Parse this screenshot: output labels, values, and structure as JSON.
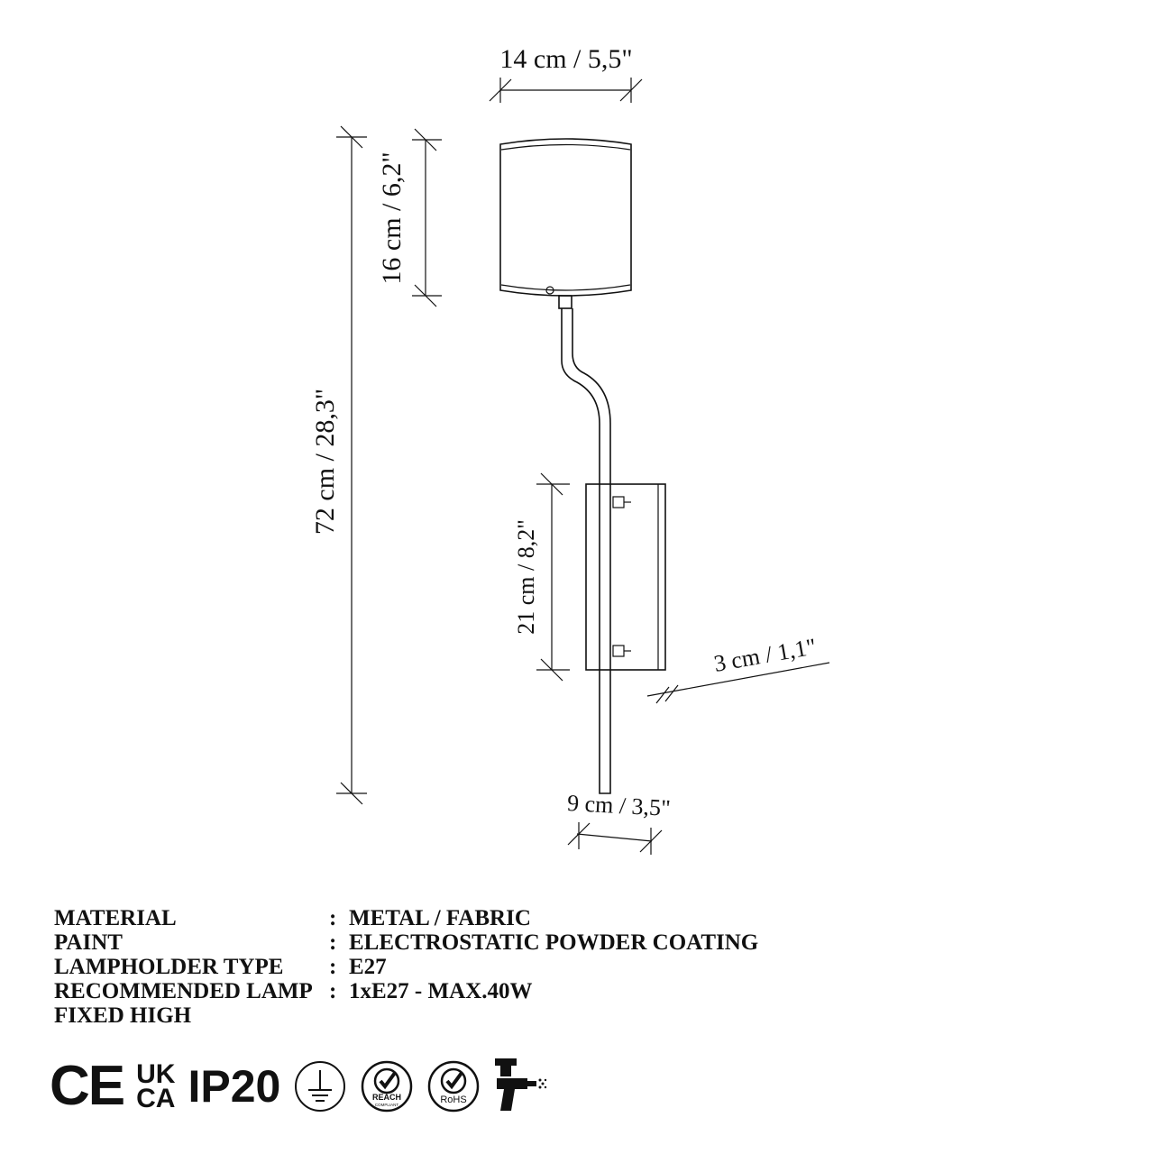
{
  "dimensions": {
    "shade_width": "14 cm / 5,5\"",
    "shade_height": "16 cm / 6,2\"",
    "total_height": "72 cm / 28,3\"",
    "plate_height": "21 cm / 8,2\"",
    "plate_depth": "3 cm / 1,1\"",
    "depth": "9 cm / 3,5\""
  },
  "specs": [
    {
      "label": "MATERIAL",
      "sep": ":",
      "value": "METAL / FABRIC"
    },
    {
      "label": "PAINT",
      "sep": ":",
      "value": "ELECTROSTATIC POWDER COATING"
    },
    {
      "label": "LAMPHOLDER TYPE",
      "sep": ":",
      "value": "E27"
    },
    {
      "label": "RECOMMENDED LAMP",
      "sep": ":",
      "value": "1xE27 - MAX.40W"
    },
    {
      "label": "FIXED HIGH",
      "sep": "",
      "value": ""
    }
  ],
  "certifications": {
    "ce": "CE",
    "ukca_top": "UK",
    "ukca_bottom": "CA",
    "ip": "IP20",
    "reach": "REACH",
    "reach_sub": "COMPLIANT",
    "rohs": "RoHS"
  },
  "icons": [
    "ce-mark-icon",
    "ukca-mark-icon",
    "ground-icon",
    "reach-icon",
    "rohs-icon",
    "spray-gun-icon"
  ]
}
